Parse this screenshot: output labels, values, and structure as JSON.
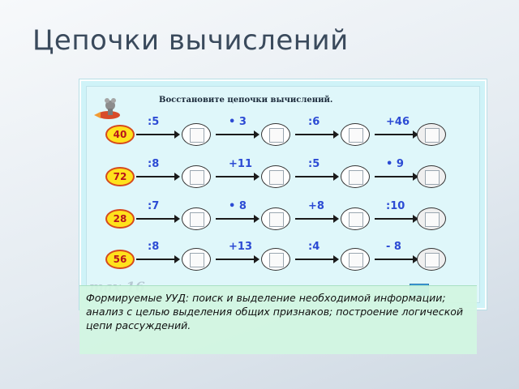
{
  "slide": {
    "title": "Цепочки вычислений"
  },
  "worksheet": {
    "title": "Восстановите цепочки вычислений.",
    "rows": [
      {
        "start": "40",
        "ops": [
          ":5",
          "• 3",
          ":6",
          "+46"
        ]
      },
      {
        "start": "72",
        "ops": [
          ":8",
          "+11",
          ":5",
          "• 9"
        ]
      },
      {
        "start": "28",
        "ops": [
          ":7",
          "• 8",
          "+8",
          ":10"
        ]
      },
      {
        "start": "56",
        "ops": [
          ":8",
          "+13",
          ":4",
          "- 8"
        ]
      }
    ]
  },
  "caption": {
    "text": "Формируемые УУД: поиск и выделение необходимой информации; анализ с целью выделения общих признаков; построение логической цепи рассуждений."
  },
  "colors": {
    "accent_op": "#2c4bd4",
    "start_fill": "#ffe21c",
    "start_text": "#b8141c",
    "panel_bg": "#cff3f8",
    "caption_bg": "#d2f6e2"
  }
}
